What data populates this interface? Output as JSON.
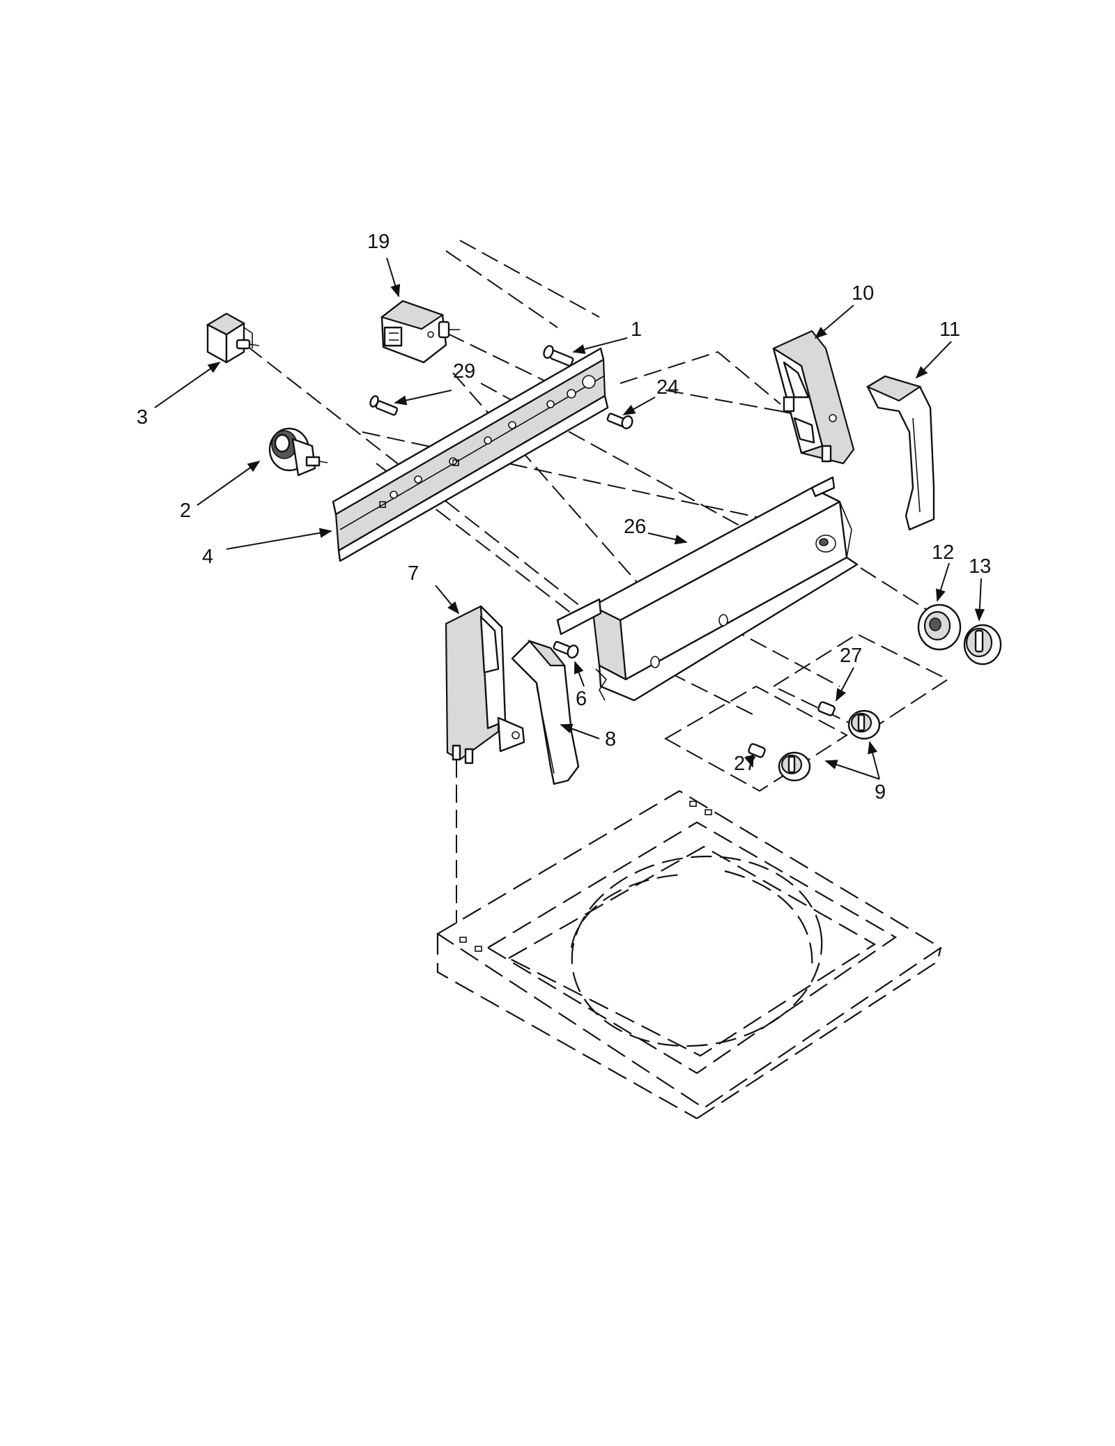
{
  "callouts": [
    {
      "id": "1",
      "label": "1"
    },
    {
      "id": "2",
      "label": "2"
    },
    {
      "id": "3",
      "label": "3"
    },
    {
      "id": "4",
      "label": "4"
    },
    {
      "id": "6",
      "label": "6"
    },
    {
      "id": "7",
      "label": "7"
    },
    {
      "id": "8",
      "label": "8"
    },
    {
      "id": "9",
      "label": "9"
    },
    {
      "id": "10",
      "label": "10"
    },
    {
      "id": "11",
      "label": "11"
    },
    {
      "id": "12",
      "label": "12"
    },
    {
      "id": "13",
      "label": "13"
    },
    {
      "id": "19",
      "label": "19"
    },
    {
      "id": "24",
      "label": "24"
    },
    {
      "id": "26",
      "label": "26"
    },
    {
      "id": "27a",
      "label": "27"
    },
    {
      "id": "27b",
      "label": "27"
    },
    {
      "id": "29",
      "label": "29"
    }
  ],
  "colors": {
    "line": "#111111",
    "background": "#ffffff",
    "shade": "#d9d9d9"
  }
}
